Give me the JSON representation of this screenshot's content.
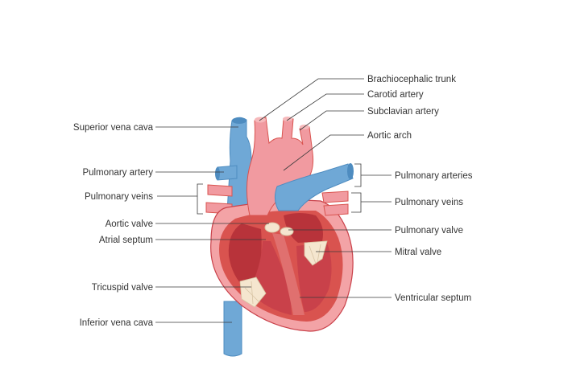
{
  "labels": {
    "brachiocephalic_trunk": "Brachiocephalic trunk",
    "carotid_artery": "Carotid artery",
    "subclavian_artery": "Subclavian artery",
    "aortic_arch": "Aortic arch",
    "superior_vena_cava": "Superior vena cava",
    "pulmonary_artery": "Pulmonary artery",
    "pulmonary_veins_left": "Pulmonary veins",
    "pulmonary_arteries": "Pulmonary arteries",
    "pulmonary_veins_right": "Pulmonary veins",
    "aortic_valve": "Aortic valve",
    "atrial_septum": "Atrial septum",
    "pulmonary_valve": "Pulmonary valve",
    "mitral_valve": "Mitral valve",
    "tricuspid_valve": "Tricuspid valve",
    "ventricular_septum": "Ventricular septum",
    "inferior_vena_cava": "Inferior vena cava"
  },
  "colors": {
    "vein_blue": "#6fa8d6",
    "vein_blue_dark": "#4e8cc0",
    "artery_pink": "#f19aa0",
    "artery_pink_light": "#f6b9bb",
    "muscle_red": "#d9534f",
    "muscle_dark": "#b8333a",
    "chamber": "#c9414a",
    "valve_cream": "#f5e6cf",
    "outline": "#5a2a2a"
  }
}
